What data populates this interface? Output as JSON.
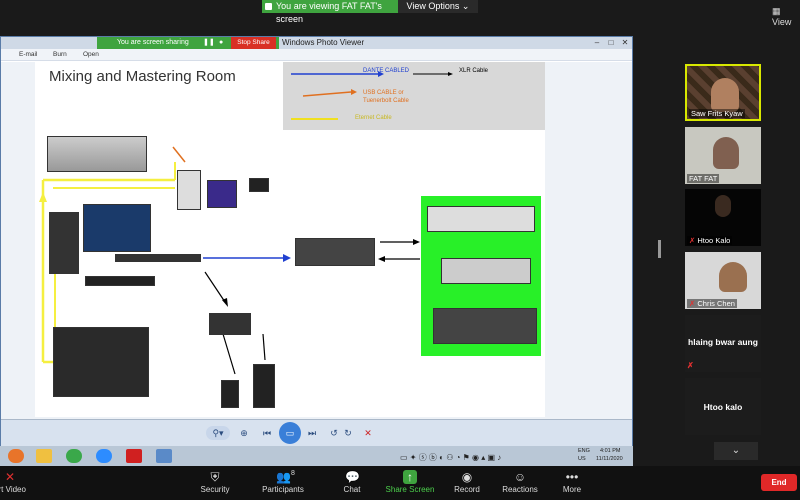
{
  "zoom": {
    "viewing_banner": "You are viewing FAT FAT's screen",
    "view_options": "View Options",
    "view_top": "View",
    "end_label": "End",
    "toolbar": [
      {
        "label": "art Video",
        "icon": "video-off-icon"
      },
      {
        "label": "Security",
        "icon": "shield-icon"
      },
      {
        "label": "Participants",
        "icon": "participants-icon",
        "count": "8"
      },
      {
        "label": "Chat",
        "icon": "chat-icon"
      },
      {
        "label": "Share Screen",
        "icon": "share-screen-icon"
      },
      {
        "label": "Record",
        "icon": "record-icon"
      },
      {
        "label": "Reactions",
        "icon": "emoji-icon"
      },
      {
        "label": "More",
        "icon": "more-icon"
      }
    ],
    "accent_green": "#3fa43f",
    "accent_red": "#e02828"
  },
  "shared_window": {
    "screen_sharing_label": "You are screen sharing",
    "stop_share_label": "Stop Share",
    "app_title": "Windows Photo Viewer",
    "menu": [
      "E-mail",
      "Burn",
      "Open"
    ],
    "slide": {
      "title": "Mixing and Mastering Room",
      "legend": {
        "dante": "DANTE CABLED",
        "xlr": "XLR Cable",
        "usb": "USB CABLE or",
        "usb2": "Tuenerbolt Cable",
        "ethernet": "Eternet Cable"
      }
    },
    "tray": {
      "lang": "ENG",
      "region": "US",
      "time": "4:01 PM",
      "date": "11/11/2020"
    }
  },
  "participants": [
    {
      "name": "Saw Frits Kyaw",
      "type": "video",
      "muted": false
    },
    {
      "name": "FAT FAT",
      "type": "video",
      "muted": false
    },
    {
      "name": "Htoo Kalo",
      "type": "video",
      "muted": true
    },
    {
      "name": "Chris Chen",
      "type": "video",
      "muted": true
    },
    {
      "name": "hlaing bwar aung",
      "type": "text",
      "muted": true
    },
    {
      "name": "Htoo kalo",
      "type": "text",
      "muted": false
    }
  ]
}
